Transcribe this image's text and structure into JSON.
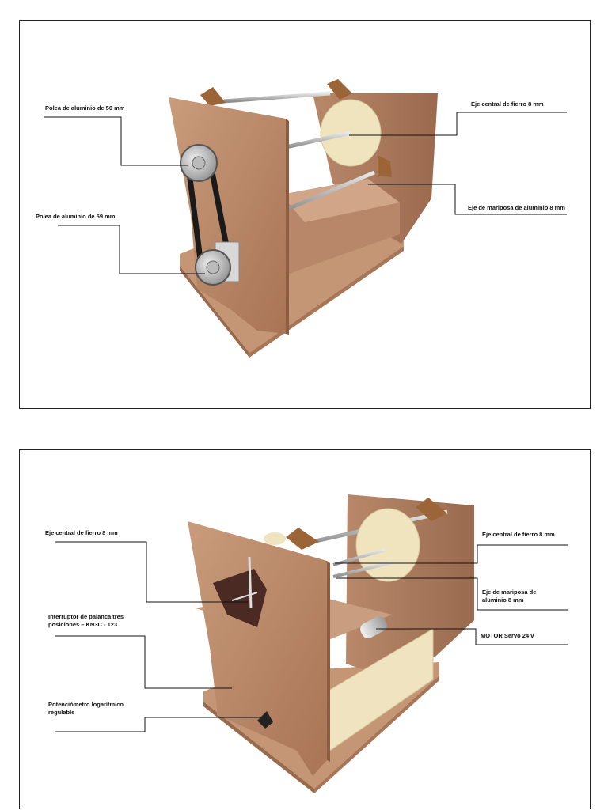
{
  "diagram_top": {
    "callouts": {
      "polea_50": "Polea de aluminio de 50 mm",
      "polea_59": "Polea de aluminio de 59 mm",
      "eje_central": "Eje central de fierro 8 mm",
      "eje_mariposa": "Eje de mariposa de aluminio 8 mm"
    }
  },
  "diagram_bottom": {
    "callouts": {
      "eje_central_left": "Eje central de fierro 8 mm",
      "interruptor": "Interruptor de palanca tres posiciones – KN3C - 123",
      "potenciometro": "Potenciómetro logarítmico regulable",
      "eje_central_right": "Eje central de fierro 8 mm",
      "eje_mariposa": "Eje de mariposa de aluminio 8 mm",
      "motor": "MOTOR Servo 24 v"
    }
  },
  "colors": {
    "wood_light": "#c89a78",
    "wood_mid": "#b07f5e",
    "wood_dark": "#8e5f44",
    "disc": "#efe4be",
    "metal": "#c9c9c9",
    "belt": "#1a1a1a",
    "drawer": "#efe3c0"
  }
}
